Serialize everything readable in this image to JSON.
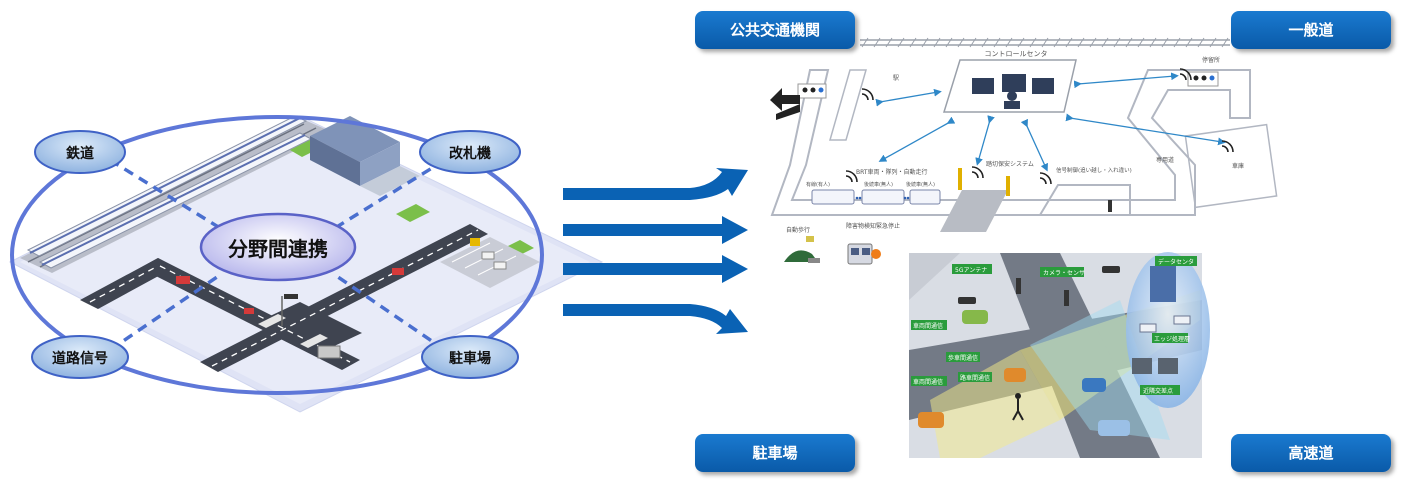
{
  "center_label": "分野間連携",
  "nodes": {
    "railway": "鉄道",
    "ticket_gate": "改札機",
    "road_signal": "道路信号",
    "parking": "駐車場"
  },
  "categories": {
    "public_transit": "公共交通機関",
    "general_road": "一般道",
    "parking": "駐車場",
    "expressway": "高速道"
  },
  "transit_diagram": {
    "control_center": "コントロールセンタ",
    "station_a": "駅",
    "station_b": "停留所",
    "bus_stop": "車庫",
    "dedicated_road": "専用道",
    "bus_row": "BRT車両・隊列・自動走行",
    "driven_bus": "有線(有人)",
    "unmanned_bus_1": "後続車(無人)",
    "unmanned_bus_2": "後続車(無人)",
    "crossing": "踏切保安システム",
    "signal_control": "信号制御(追い越し・入れ違い)",
    "auto_guide": "自動歩行",
    "obstacle": "障害物検知緊急停止"
  },
  "expressway_diagram": {
    "label_5g": "5Gアンテナ",
    "camera_sensor": "カメラ・センサ",
    "data_center": "データセンタ",
    "vehicle_comm_1": "車両間通信",
    "vehicle_comm_2": "車両間通信",
    "pedestrian_comm": "歩車間通信",
    "road_vehicle_comm": "路車間通信",
    "edge_processing": "エッジ処理層",
    "nearby_intersection": "近隣交差点"
  },
  "colors": {
    "badge": "#0a5aa8",
    "arrow": "#0a62b4",
    "ellipse": "#5e77d8",
    "node_fill": "#a9c7ea",
    "dash": "#4a6fcf"
  }
}
